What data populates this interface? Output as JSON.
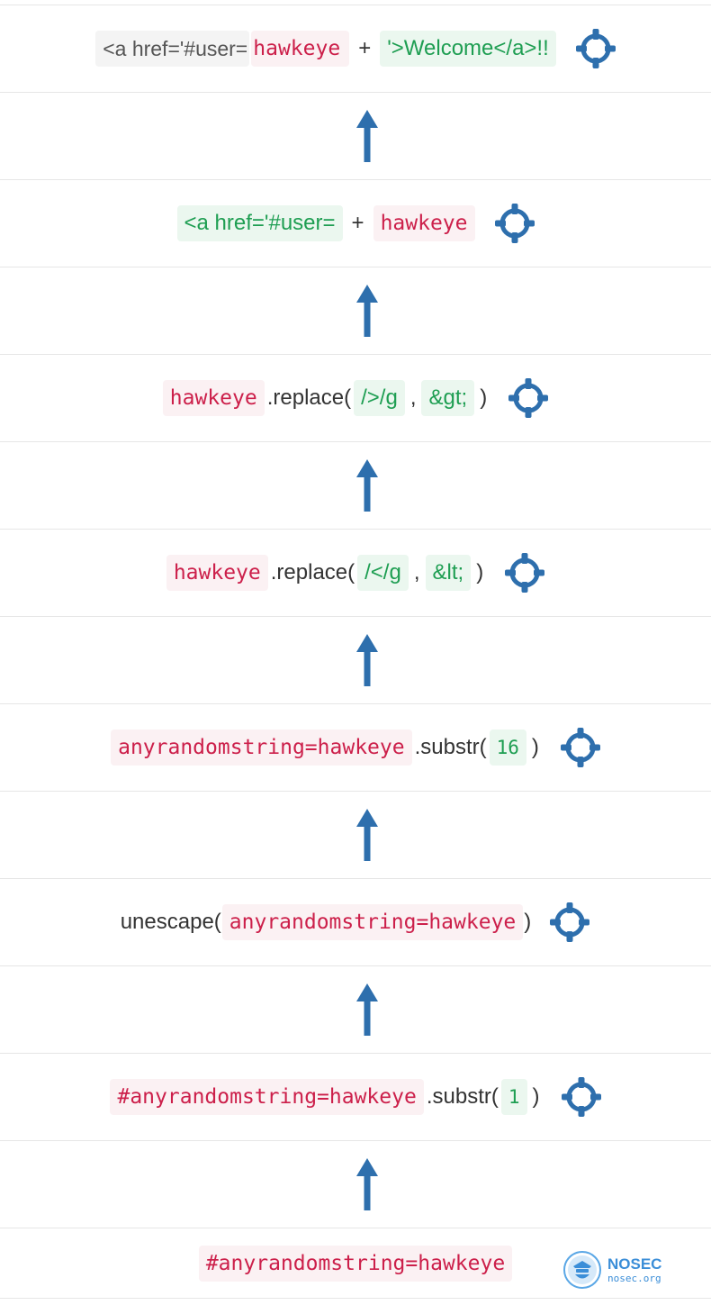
{
  "colors": {
    "code_red": "#cc1f4a",
    "code_green": "#1e9e52",
    "arrow_blue": "#2e6fad"
  },
  "icons": {
    "target": "crosshair-target-icon",
    "arrow": "up-arrow-icon",
    "logo": "nosec-shield-logo"
  },
  "steps": [
    {
      "prefix": "<a href='#user=",
      "param": "hawkeye",
      "op": "+",
      "suffix": "'>Welcome</a>!!"
    },
    {
      "prefix": "<a href='#user=",
      "op": "+",
      "param": "hawkeye"
    },
    {
      "param": "hawkeye",
      "method": ".replace(",
      "pattern": "/>/g",
      "sep": ",",
      "replacement": "&gt;",
      "close": ")"
    },
    {
      "param": "hawkeye",
      "method": ".replace(",
      "pattern": "/</g",
      "sep": ",",
      "replacement": "&lt;",
      "close": ")"
    },
    {
      "param": "anyrandomstring=hawkeye",
      "method": ".substr(",
      "arg": "16",
      "close": ")"
    },
    {
      "func": "unescape(",
      "param": "anyrandomstring=hawkeye",
      "close": ")"
    },
    {
      "param": "#anyrandomstring=hawkeye",
      "method": ".substr(",
      "arg": "1",
      "close": ")"
    },
    {
      "param": "#anyrandomstring=hawkeye"
    }
  ],
  "logo": {
    "name": "NOSEC",
    "url": "nosec.org"
  }
}
